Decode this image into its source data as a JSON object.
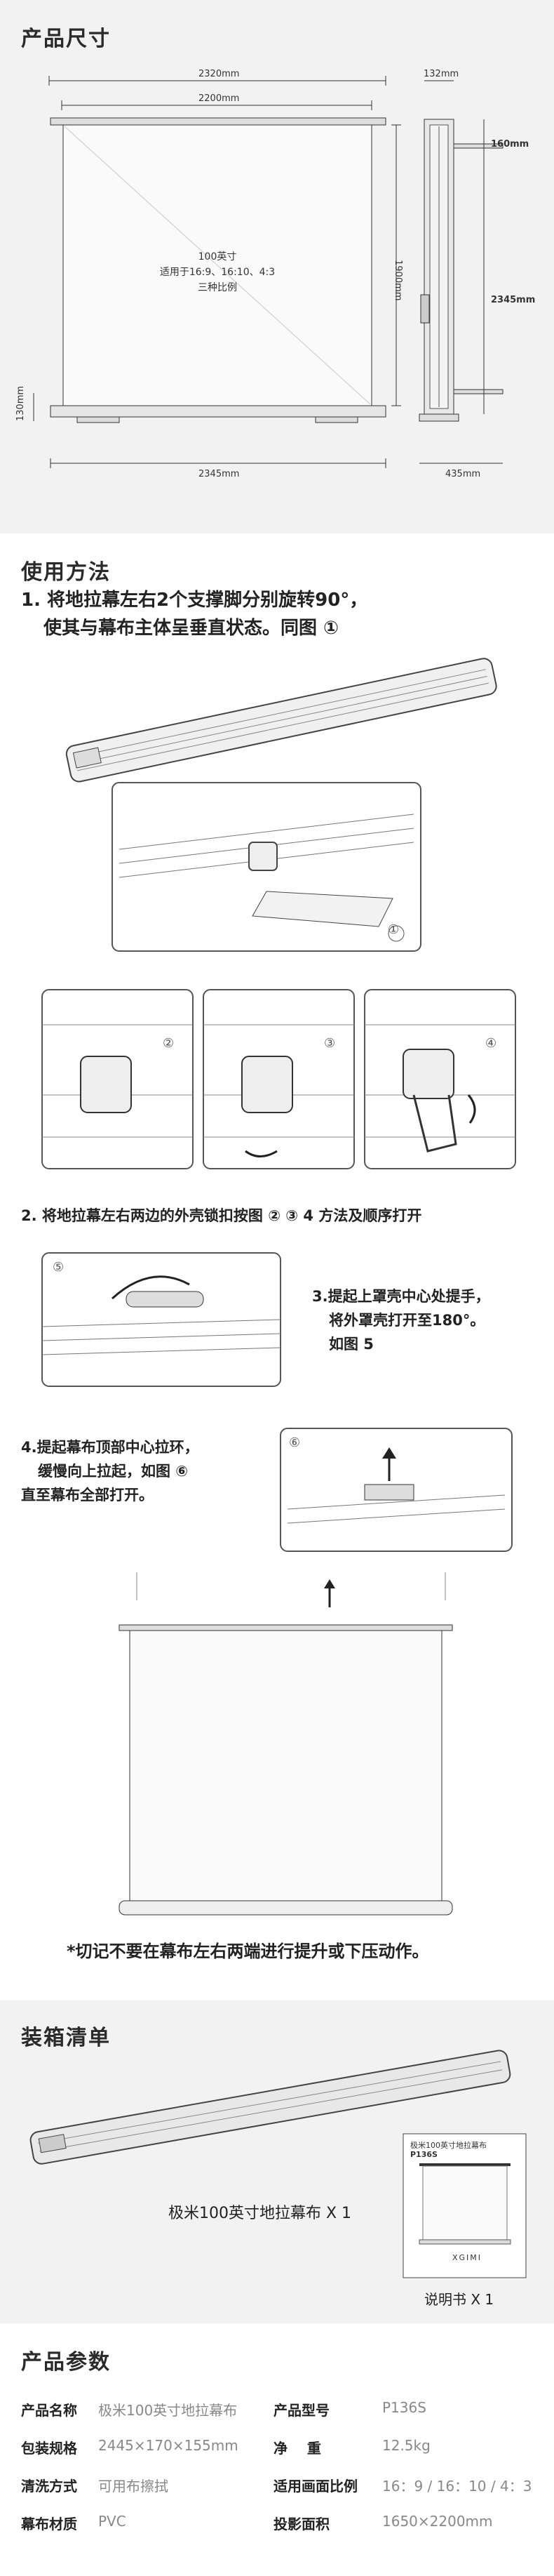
{
  "sections": {
    "size": {
      "title": "产品尺寸",
      "dims": {
        "outer_width": "2320mm",
        "inner_width": "2200mm",
        "height": "1900mm",
        "left_height": "130mm",
        "base_width": "2345mm",
        "side_top": "132mm",
        "side_right_top": "160mm",
        "side_total": "2345mm",
        "side_bottom": "435mm"
      },
      "screen_text": [
        "100英寸",
        "适用于16:9、16:10、4:3",
        "三种比例"
      ]
    },
    "usage": {
      "title": "使用方法",
      "step1": [
        "1. 将地拉幕左右2个支撑脚分别旋转90°，",
        "使其与幕布主体呈垂直状态。同图 ①"
      ],
      "step2": "2. 将地拉幕左右两边的外壳锁扣按图 ② ③ 4 方法及顺序打开",
      "step3": [
        "3.提起上罩壳中心处提手，",
        "将外罩壳打开至180°。",
        "如图 5"
      ],
      "step4": [
        "4.提起幕布顶部中心拉环，",
        "缓慢向上拉起，如图 ⑥",
        "直至幕布全部打开。"
      ],
      "note": "*切记不要在幕布左右两端进行提升或下压动作。",
      "labels": {
        "c1": "①",
        "c2": "②",
        "c3": "③",
        "c4": "④",
        "c5": "⑤",
        "c6": "⑥"
      }
    },
    "packing": {
      "title": "装箱清单",
      "item1": "极米100英寸地拉幕布   X 1",
      "item2": "说明书   X 1",
      "booklet_title": "极米100英寸地拉幕布",
      "booklet_model": "P136S",
      "booklet_brand": "XGIMI"
    },
    "specs": {
      "title": "产品参数",
      "rows": [
        {
          "l1": "产品名称",
          "v1": "极米100英寸地拉幕布",
          "l2": "产品型号",
          "v2": "P136S"
        },
        {
          "l1": "包装规格",
          "v1": "2445×170×155mm",
          "l2": "净    重",
          "v2": "12.5kg"
        },
        {
          "l1": "清洗方式",
          "v1": "可用布擦拭",
          "l2": "适用画面比例",
          "v2": "16：9 / 16：10 / 4：3"
        },
        {
          "l1": "幕布材质",
          "v1": "PVC",
          "l2": "投影面积",
          "v2": "1650×2200mm"
        }
      ]
    }
  }
}
